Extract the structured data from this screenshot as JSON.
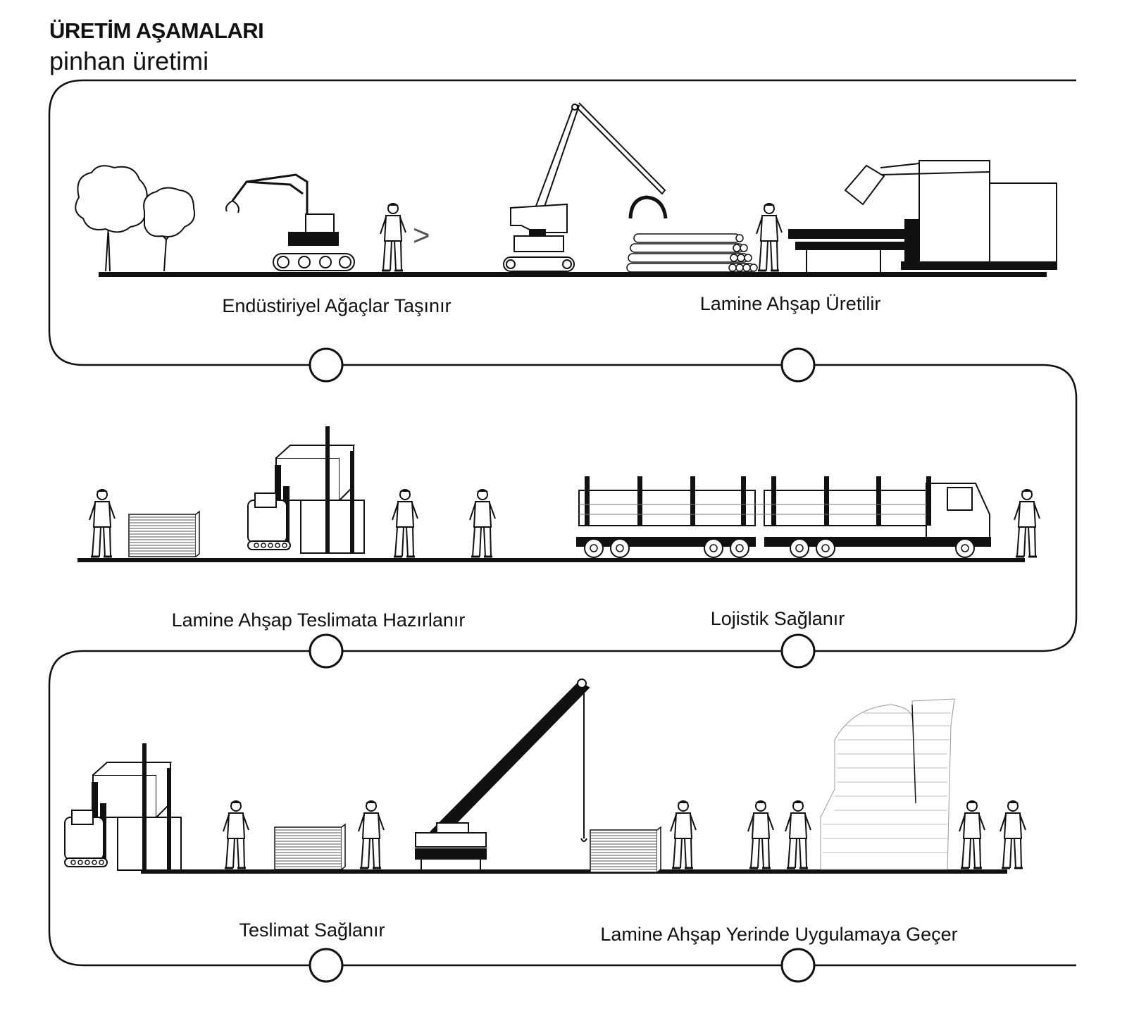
{
  "header": {
    "title": "ÜRETİM AŞAMALARI",
    "subtitle": "pinhan üretimi"
  },
  "stages": [
    {
      "label": "Endüstiriyel Ağaçlar Taşınır"
    },
    {
      "label": "Lamine Ahşap Üretilir"
    },
    {
      "label": "Lamine Ahşap Teslimata Hazırlanır"
    },
    {
      "label": "Lojistik Sağlanır"
    },
    {
      "label": "Teslimat Sağlanır"
    },
    {
      "label": "Lamine Ahşap Yerinde Uygulamaya Geçer"
    }
  ],
  "colors": {
    "line": "#111111",
    "background": "#ffffff"
  }
}
